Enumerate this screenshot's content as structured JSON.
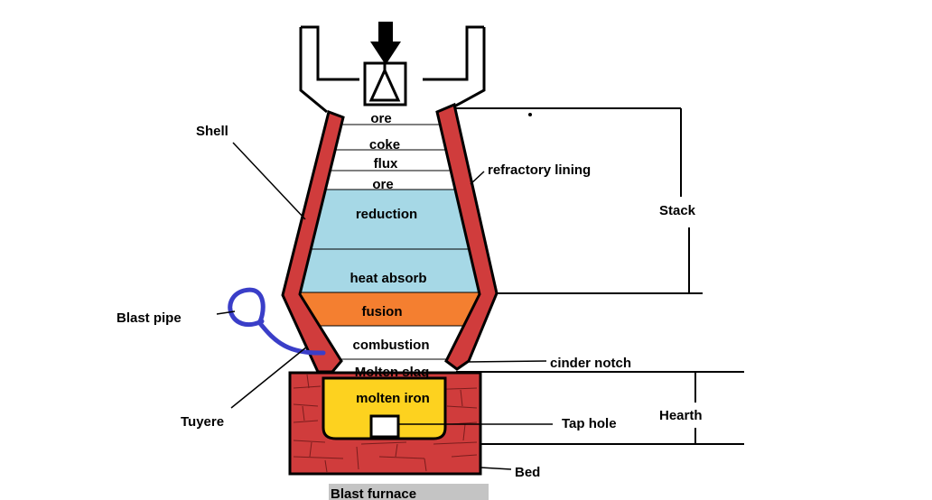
{
  "zones": {
    "ore_top": "ore",
    "coke": "coke",
    "flux": "flux",
    "ore": "ore",
    "reduction": "reduction",
    "heat_absorb": "heat absorb",
    "fusion": "fusion",
    "combustion": "combustion",
    "molten_slag": "Molten slag",
    "molten_iron": "molten iron"
  },
  "labels": {
    "shell": "Shell",
    "refractory_lining": "refractory lining",
    "stack": "Stack",
    "blast_pipe": "Blast pipe",
    "tuyere": "Tuyere",
    "cinder_notch": "cinder notch",
    "hearth": "Hearth",
    "tap_hole": "Tap hole",
    "bed": "Bed"
  },
  "caption": "Blast furnace",
  "colors": {
    "brick": "#d03c3c",
    "reduction": "#a6d8e6",
    "fusion": "#f47f30",
    "molten_iron": "#fdd21f",
    "blast_pipe": "#3a3ec8",
    "caption_bg": "#c4c4c4"
  }
}
